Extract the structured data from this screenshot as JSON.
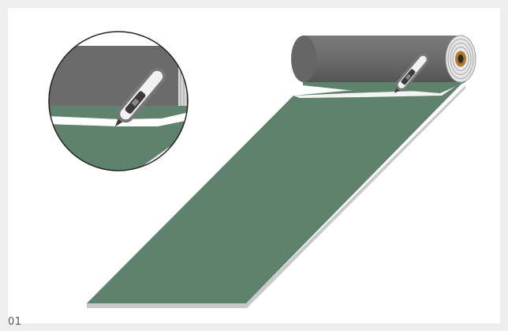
{
  "step": {
    "number": "01"
  },
  "colors": {
    "membrane_green": "#5e826c",
    "membrane_green_dark": "#4f7360",
    "roll_gray": "#6b6b6b",
    "roll_gray_dark": "#595959",
    "backing_white": "#f2f2f2",
    "core_brown": "#b07a2c",
    "cutter_body": "#7a7a7a",
    "cutter_grip": "#3c3c3c",
    "page_background": "#eeeeee"
  },
  "icons": {
    "cutter": "utility-knife-icon",
    "roll": "membrane-roll",
    "magnifier": "detail-zoom-circle"
  }
}
